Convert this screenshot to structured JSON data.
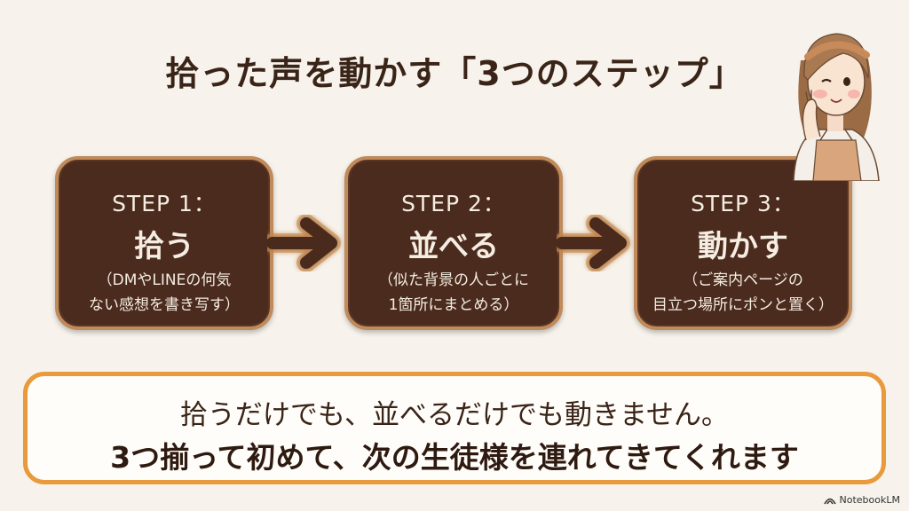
{
  "title": "拾った声を動かす「3つのステップ」",
  "steps": [
    {
      "label": "STEP 1：",
      "name": "拾う",
      "desc1": "（DMやLINEの何気",
      "desc2": "ない感想を書き写す）"
    },
    {
      "label": "STEP 2：",
      "name": "並べる",
      "desc1": "（似た背景の人ごとに",
      "desc2": "1箇所にまとめる）"
    },
    {
      "label": "STEP 3：",
      "name": "動かす",
      "desc1": "（ご案内ページの",
      "desc2": "目立つ場所にポンと置く）"
    }
  ],
  "message": {
    "line1": "拾うだけでも、並べるだけでも動きません。",
    "line2": "3つ揃って初めて、次の生徒様を連れてきてくれます"
  },
  "watermark": "NotebookLM",
  "colors": {
    "background": "#f7f3ec",
    "step_fill": "#4a2b1d",
    "step_border": "#c08a5a",
    "arrow": "#4a2b1d",
    "message_border": "#e89a3c",
    "text": "#3a2418"
  },
  "icons": {
    "arrow": "right-arrow-icon",
    "character": "woman-winking-illustration",
    "watermark": "notebooklm-logo-icon"
  }
}
